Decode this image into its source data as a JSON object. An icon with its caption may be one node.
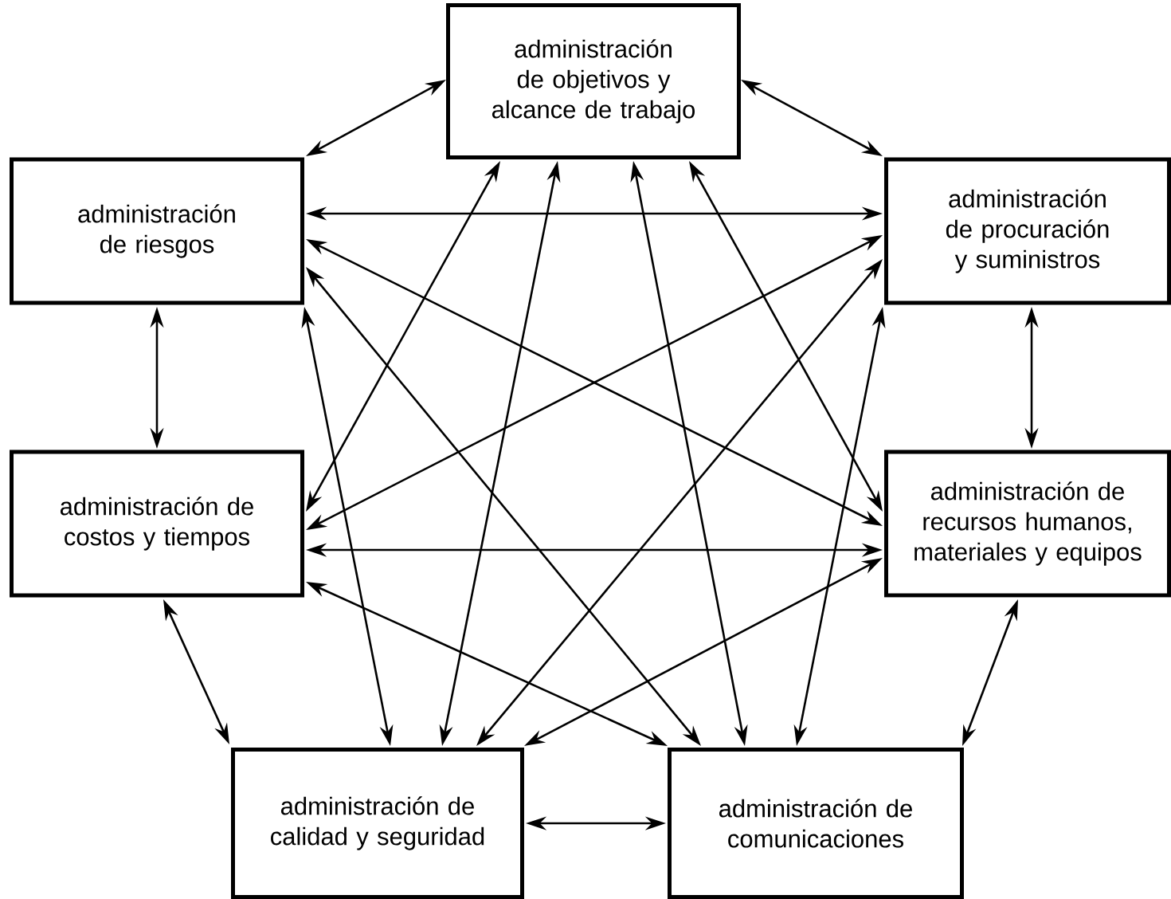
{
  "diagram": {
    "nodes": [
      {
        "text": [
          "administración de objetivos y alcance de trabajo"
        ]
      },
      {
        "text": [
          "administración de riesgos"
        ]
      },
      {
        "text": [
          "administración de procuración y suministros"
        ]
      },
      {
        "text": [
          "administración de costos y tiempos"
        ]
      },
      {
        "text": [
          "administración de recursos humanos, materiales y equipos"
        ]
      },
      {
        "text": [
          "administración de calidad y seguridad"
        ]
      },
      {
        "text": [
          "administración de comunicaciones"
        ]
      }
    ],
    "edges": [
      {
        "from": 0,
        "to": 1,
        "arrow": "both"
      },
      {
        "from": 0,
        "to": 2,
        "arrow": "both"
      },
      {
        "from": 0,
        "to": 3,
        "arrow": "both"
      },
      {
        "from": 0,
        "to": 4,
        "arrow": "both"
      },
      {
        "from": 0,
        "to": 5,
        "arrow": "both"
      },
      {
        "from": 0,
        "to": 6,
        "arrow": "both"
      },
      {
        "from": 1,
        "to": 2,
        "arrow": "both"
      },
      {
        "from": 1,
        "to": 3,
        "arrow": "both"
      },
      {
        "from": 1,
        "to": 4,
        "arrow": "both"
      },
      {
        "from": 1,
        "to": 5,
        "arrow": "both"
      },
      {
        "from": 1,
        "to": 6,
        "arrow": "both"
      },
      {
        "from": 2,
        "to": 3,
        "arrow": "both"
      },
      {
        "from": 2,
        "to": 4,
        "arrow": "both"
      },
      {
        "from": 2,
        "to": 5,
        "arrow": "both"
      },
      {
        "from": 2,
        "to": 6,
        "arrow": "both"
      },
      {
        "from": 3,
        "to": 4,
        "arrow": "both"
      },
      {
        "from": 3,
        "to": 5,
        "arrow": "both"
      },
      {
        "from": 3,
        "to": 6,
        "arrow": "both"
      },
      {
        "from": 4,
        "to": 5,
        "arrow": "both"
      },
      {
        "from": 4,
        "to": 6,
        "arrow": "both"
      },
      {
        "from": 5,
        "to": 6,
        "arrow": "both"
      }
    ]
  }
}
